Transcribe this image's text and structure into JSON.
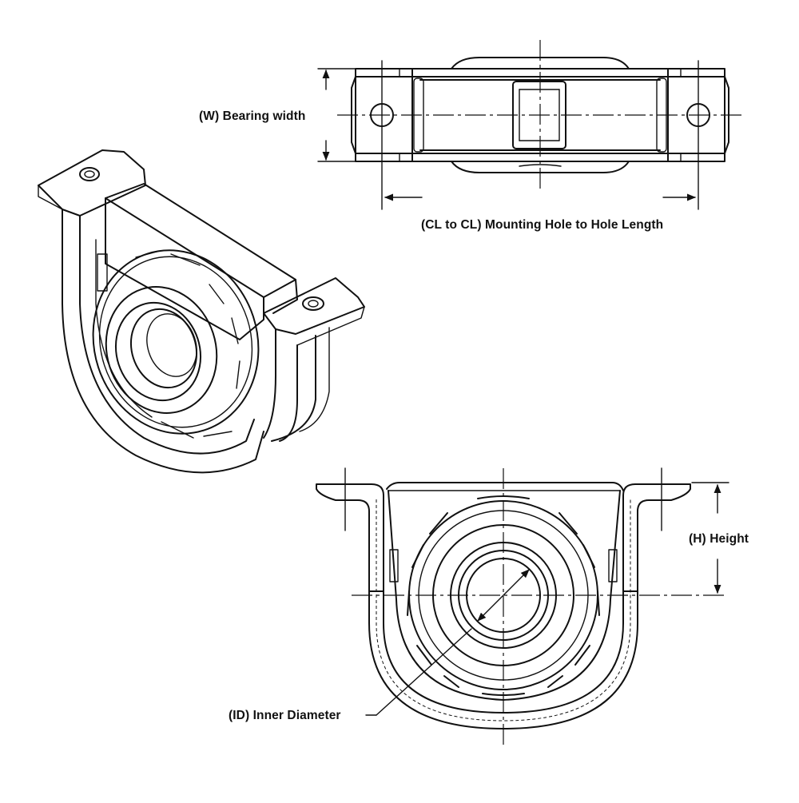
{
  "labels": {
    "width": "(W) Bearing width",
    "cl_to_cl": "(CL to CL) Mounting Hole to Hole Length",
    "height": "(H) Height",
    "inner_diameter": "(ID) Inner Diameter"
  },
  "colors": {
    "line": "#111111",
    "background": "#ffffff"
  }
}
